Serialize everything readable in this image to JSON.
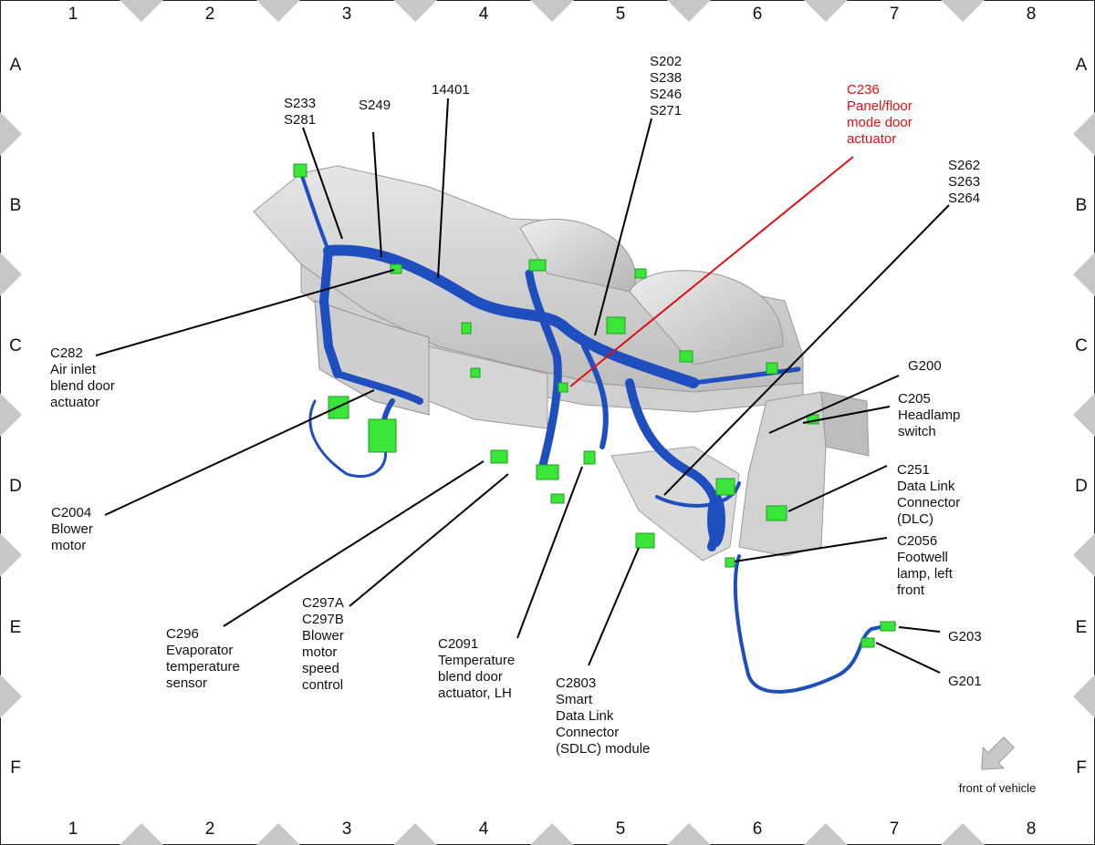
{
  "grid": {
    "columns": [
      "1",
      "2",
      "3",
      "4",
      "5",
      "6",
      "7",
      "8"
    ],
    "rows": [
      "A",
      "B",
      "C",
      "D",
      "E",
      "F"
    ]
  },
  "colors": {
    "harness": "#1f4fbf",
    "harness_highlight": "#5b86e6",
    "connector": "#39e639",
    "structure": "#c8c8c8",
    "leader": "#000000",
    "leader_highlight": "#e01010",
    "grid_marker": "#c8c8c8"
  },
  "labels": [
    {
      "id": "s233",
      "lines": [
        "S233",
        "S281"
      ]
    },
    {
      "id": "s249",
      "lines": [
        "S249"
      ]
    },
    {
      "id": "p14401",
      "lines": [
        "14401"
      ]
    },
    {
      "id": "s202",
      "lines": [
        "S202",
        "S238",
        "S246",
        "S271"
      ]
    },
    {
      "id": "c236",
      "lines": [
        "C236",
        "Panel/floor",
        "mode door",
        "actuator"
      ],
      "highlight": true
    },
    {
      "id": "s262",
      "lines": [
        "S262",
        "S263",
        "S264"
      ]
    },
    {
      "id": "c282",
      "lines": [
        "C282",
        "Air inlet",
        "blend door",
        "actuator"
      ]
    },
    {
      "id": "g200",
      "lines": [
        "G200"
      ]
    },
    {
      "id": "c205",
      "lines": [
        "C205",
        "Headlamp",
        "switch"
      ]
    },
    {
      "id": "c2004",
      "lines": [
        "C2004",
        "Blower",
        "motor"
      ]
    },
    {
      "id": "c251",
      "lines": [
        "C251",
        "Data Link",
        "Connector",
        "(DLC)"
      ]
    },
    {
      "id": "c2056",
      "lines": [
        "C2056",
        "Footwell",
        "lamp, left",
        "front"
      ]
    },
    {
      "id": "c297",
      "lines": [
        "C297A",
        "C297B",
        "Blower",
        "motor",
        "speed",
        "control"
      ]
    },
    {
      "id": "c296",
      "lines": [
        "C296",
        "Evaporator",
        "temperature",
        "sensor"
      ]
    },
    {
      "id": "c2091",
      "lines": [
        "C2091",
        "Temperature",
        "blend door",
        "actuator, LH"
      ]
    },
    {
      "id": "g203",
      "lines": [
        "G203"
      ]
    },
    {
      "id": "g201",
      "lines": [
        "G201"
      ]
    },
    {
      "id": "c2803",
      "lines": [
        "C2803",
        "Smart",
        "Data Link",
        "Connector",
        "(SDLC) module"
      ]
    }
  ],
  "front_of_vehicle": {
    "label": "front of vehicle",
    "icon": "arrow-icon"
  }
}
